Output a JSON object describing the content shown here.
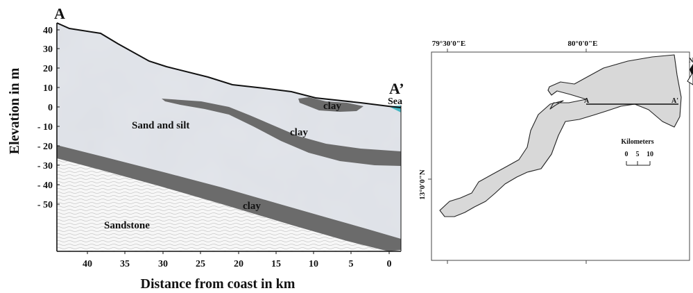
{
  "cross_section": {
    "start_label": "A",
    "end_label": "A’",
    "sea_label": "Sea",
    "y_axis_title": "Elevation in m",
    "x_axis_title": "Distance from coast in km",
    "y_ticks": [
      "40",
      "30",
      "20",
      "10",
      "0",
      "- 10",
      "- 20",
      "- 30",
      "- 40",
      "- 50"
    ],
    "x_ticks": [
      "40",
      "35",
      "30",
      "25",
      "20",
      "15",
      "10",
      "5",
      "0"
    ],
    "layers": {
      "sand_silt": "Sand and silt",
      "clay_top": "clay",
      "clay_middle": "clay",
      "clay_bottom": "clay",
      "sandstone": "Sandstone"
    },
    "colors": {
      "sand": "#dde0e6",
      "clay": "#6b6b6b",
      "sandstone": "#f7f7f7",
      "sea": "#45b8c4"
    }
  },
  "location_map": {
    "lon_labels": [
      "79°30'0\"E",
      "80°0'0\"E"
    ],
    "lat_label": "13°0'0\"N",
    "section_start": "A",
    "section_end": "A'",
    "scale_title": "Kilometers",
    "scale_ticks": [
      "0",
      "5",
      "10"
    ],
    "north_label": "N",
    "colors": {
      "basin_fill": "#d8d8d8"
    }
  }
}
